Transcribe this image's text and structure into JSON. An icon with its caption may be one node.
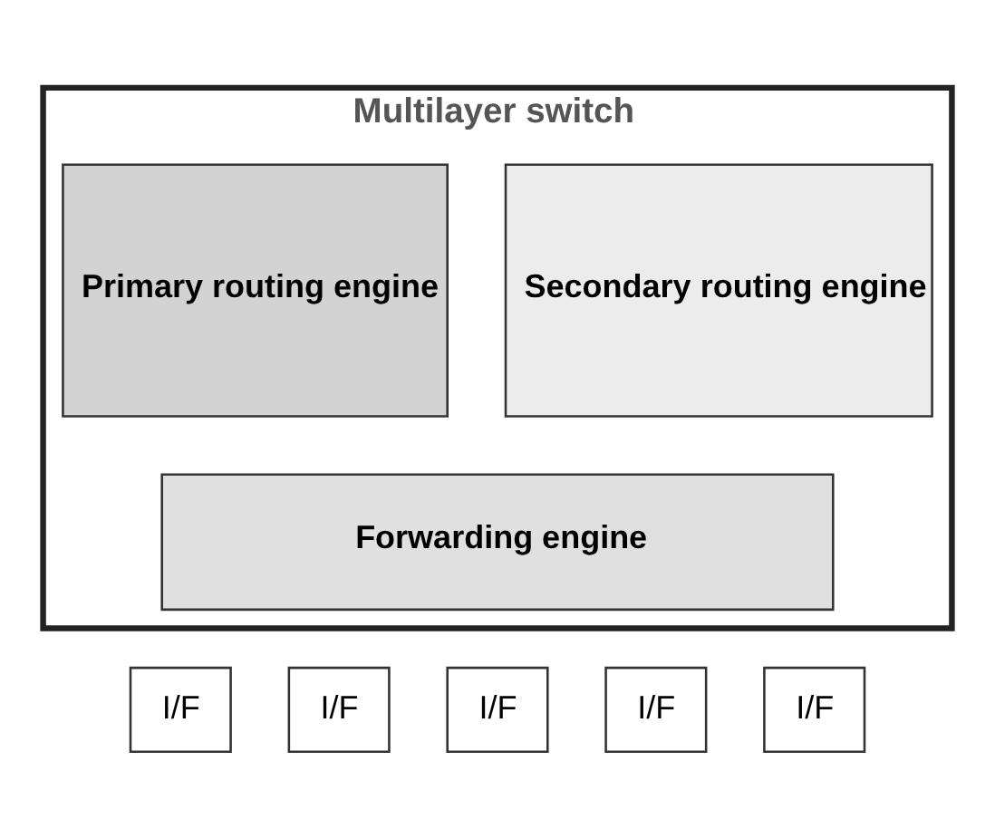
{
  "diagram": {
    "nodes": [
      {
        "text": [
          "Multilayer switch"
        ]
      },
      {
        "text": [
          "Primary routing engine"
        ],
        "in": 0
      },
      {
        "text": [
          "Secondary routing engine"
        ],
        "in": 0
      },
      {
        "text": [
          "Forwarding engine"
        ],
        "in": 0
      },
      {
        "text": [
          "I/F"
        ]
      },
      {
        "text": [
          "I/F"
        ]
      },
      {
        "text": [
          "I/F"
        ]
      },
      {
        "text": [
          "I/F"
        ]
      },
      {
        "text": [
          "I/F"
        ]
      }
    ],
    "edges": []
  }
}
